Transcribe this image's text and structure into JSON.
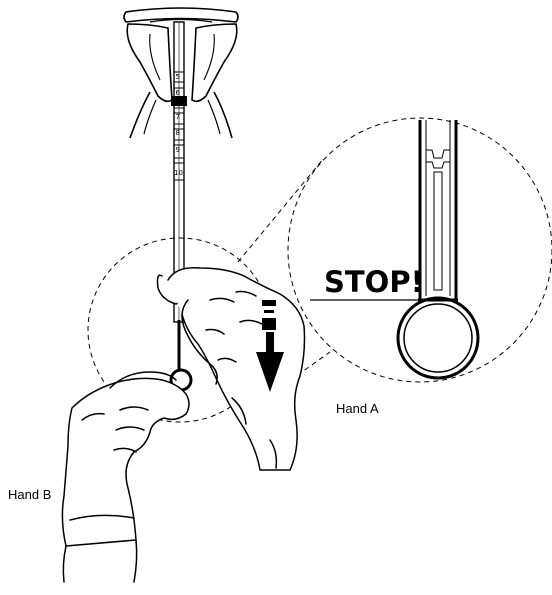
{
  "labels": {
    "stop": "STOP!",
    "hand_a": "Hand A",
    "hand_b": "Hand B"
  },
  "insertion_tube": {
    "depth_marks": [
      "5",
      "6",
      "7",
      "8",
      "9",
      "10"
    ]
  },
  "colors": {
    "line": "#000000",
    "background": "#ffffff"
  }
}
